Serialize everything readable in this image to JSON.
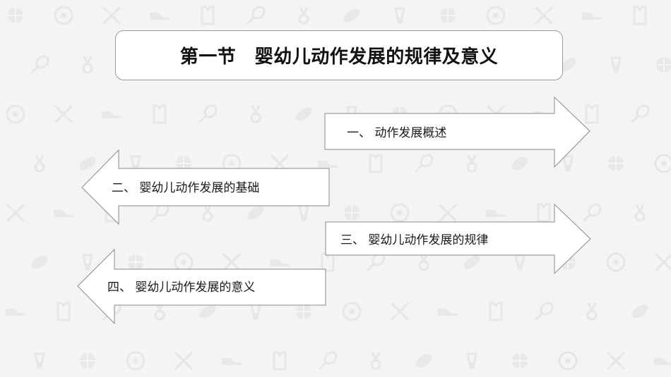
{
  "slide": {
    "title": "第一节　婴幼儿动作发展的规律及意义"
  },
  "sections": [
    {
      "label": "一、 动作发展概述",
      "direction": "right"
    },
    {
      "label": "二、 婴幼儿动作发展的基础",
      "direction": "left"
    },
    {
      "label": "三、 婴幼儿动作发展的规律",
      "direction": "right"
    },
    {
      "label": "四、 婴幼儿动作发展的意义",
      "direction": "left"
    }
  ],
  "background": {
    "pattern_icons": [
      "sports-ball-icon",
      "soccer-ball-icon",
      "crossed-tools-icon",
      "sneaker-icon",
      "jersey-icon",
      "tennis-racket-icon",
      "medal-icon",
      "rugby-ball-icon",
      "shuttlecock-icon"
    ]
  }
}
